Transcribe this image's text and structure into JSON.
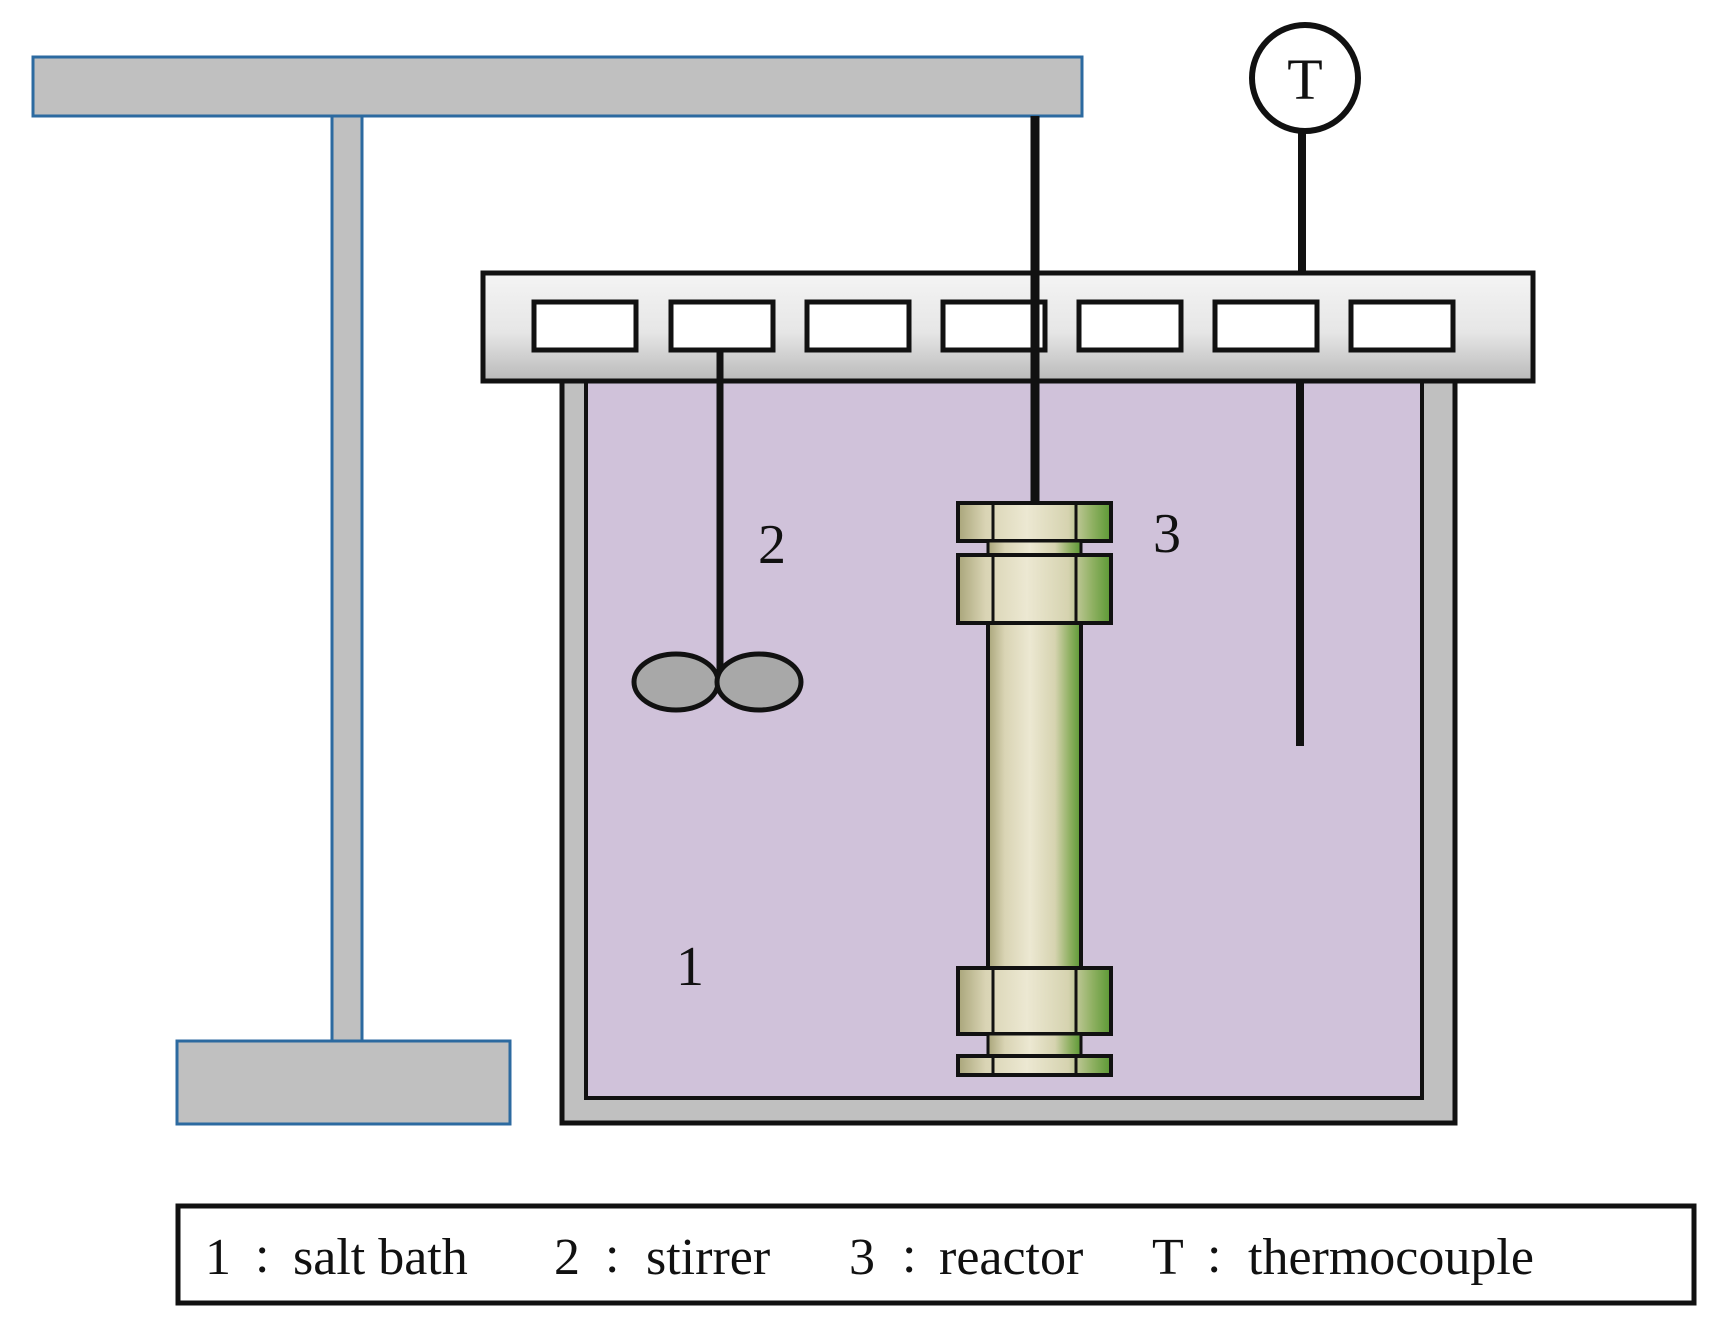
{
  "labels": {
    "bath": "1",
    "stirrer": "2",
    "reactor": "3",
    "thermocouple": "T"
  },
  "legend": {
    "items": [
      {
        "key": "1",
        "sep": ":",
        "text": "salt bath"
      },
      {
        "key": "2",
        "sep": ":",
        "text": "stirrer"
      },
      {
        "key": "3",
        "sep": ":",
        "text": "reactor"
      },
      {
        "key": "T",
        "sep": ":",
        "text": "thermocouple"
      }
    ]
  },
  "colors": {
    "bath_fluid": "#d0c2da",
    "stand_fill": "#c0c0c0",
    "stand_edge": "#2c6aa0",
    "lid_light": "#f2f2f2",
    "lid_dark": "#b8b8b8",
    "vessel_wall": "#c0c0c0",
    "stirrer_blade": "#a8a8a8",
    "reactor_light": "#e6e2c8",
    "reactor_mid": "#a8a878",
    "reactor_dark": "#5f9a3a",
    "line": "#111111"
  }
}
